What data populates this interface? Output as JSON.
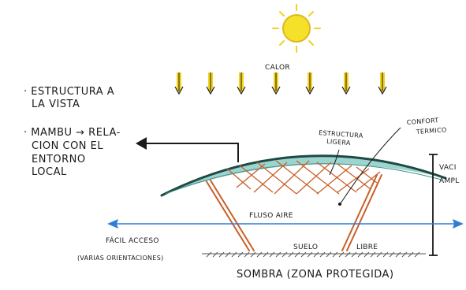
{
  "diagram": {
    "labels": {
      "calor": "CALOR",
      "estructura_vista_1": "· ESTRUCTURA A",
      "estructura_vista_2": "LA VISTA",
      "mambu_1": "· MAMBU → RELA-",
      "mambu_2": "CION CON EL",
      "mambu_3": "ENTORNO",
      "mambu_4": "LOCAL",
      "estructura_ligera_1": "ESTRUCTURA",
      "estructura_ligera_2": "LIGERA",
      "confort_1": "CONFORT",
      "confort_2": "TERMICO",
      "vacio_1": "VACI",
      "vacio_2": "AMPL",
      "fluso_aire": "FLUSO AIRE",
      "facil_acceso": "FÁCIL ACCESO",
      "varias_orientaciones": "(VARIAS ORIENTACIONES)",
      "suelo_libre_1": "SUELO",
      "suelo_libre_2": "LIBRE",
      "sombra": "SOMBRA (ZONA PROTEGIDA)"
    },
    "colors": {
      "sun": "#f5e12a",
      "heat_arrows": "#f2d21c",
      "roof_edge": "#1e4a44",
      "roof_fill": "#9ed4cf",
      "structure": "#c8602a",
      "air_flow": "#2d7fd6",
      "ink": "#1a1a1a"
    }
  }
}
